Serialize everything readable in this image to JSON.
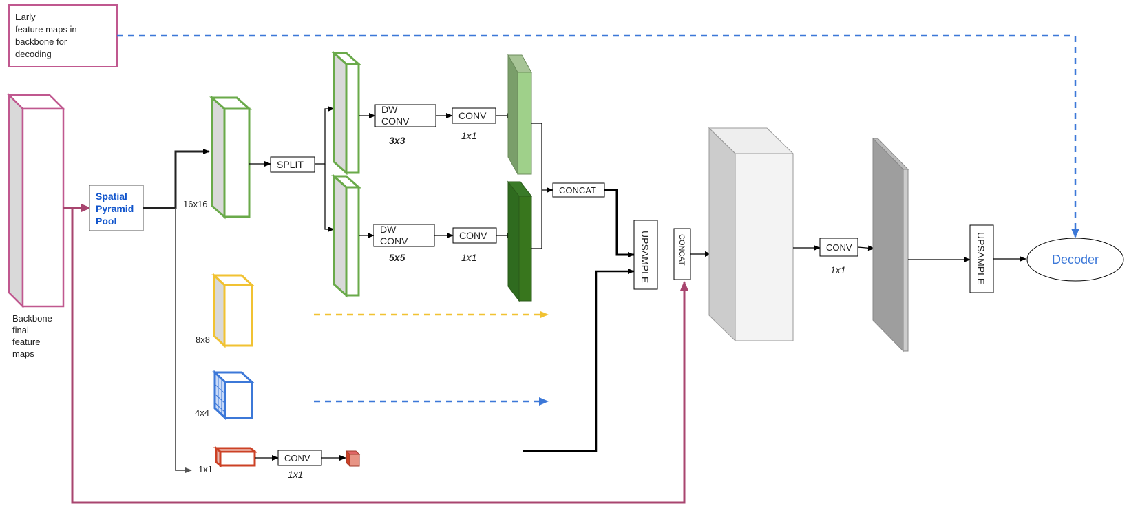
{
  "early_note": [
    "Early",
    "feature maps in",
    "backbone for",
    "decoding"
  ],
  "backbone_label": [
    "Backbone",
    "final",
    "feature",
    "maps"
  ],
  "spp_label": [
    "Spatial",
    "Pyramid",
    "Pool"
  ],
  "sizes": {
    "s16": "16x16",
    "s8": "8x8",
    "s4": "4x4",
    "s1": "1x1"
  },
  "ops": {
    "split": "SPLIT",
    "dw_conv_line1": "DW",
    "dw_conv_line2": "CONV",
    "conv": "CONV",
    "concat": "CONCAT",
    "upsample": "UPSAMPLE"
  },
  "kernels": {
    "k3": "3x3",
    "k5": "5x5",
    "k1": "1x1"
  },
  "decoder": "Decoder",
  "colors": {
    "pink": "#c0588f",
    "magenta_arrow": "#a8456f",
    "green": "#6aaa4a",
    "green_light": "#7f9f6e",
    "green_dark": "#2f6b1f",
    "yellow": "#f1c232",
    "blue": "#3c78d8",
    "red": "#cc4125",
    "gray_face": "#d9d9d9",
    "spp_blue": "#1155cc"
  }
}
